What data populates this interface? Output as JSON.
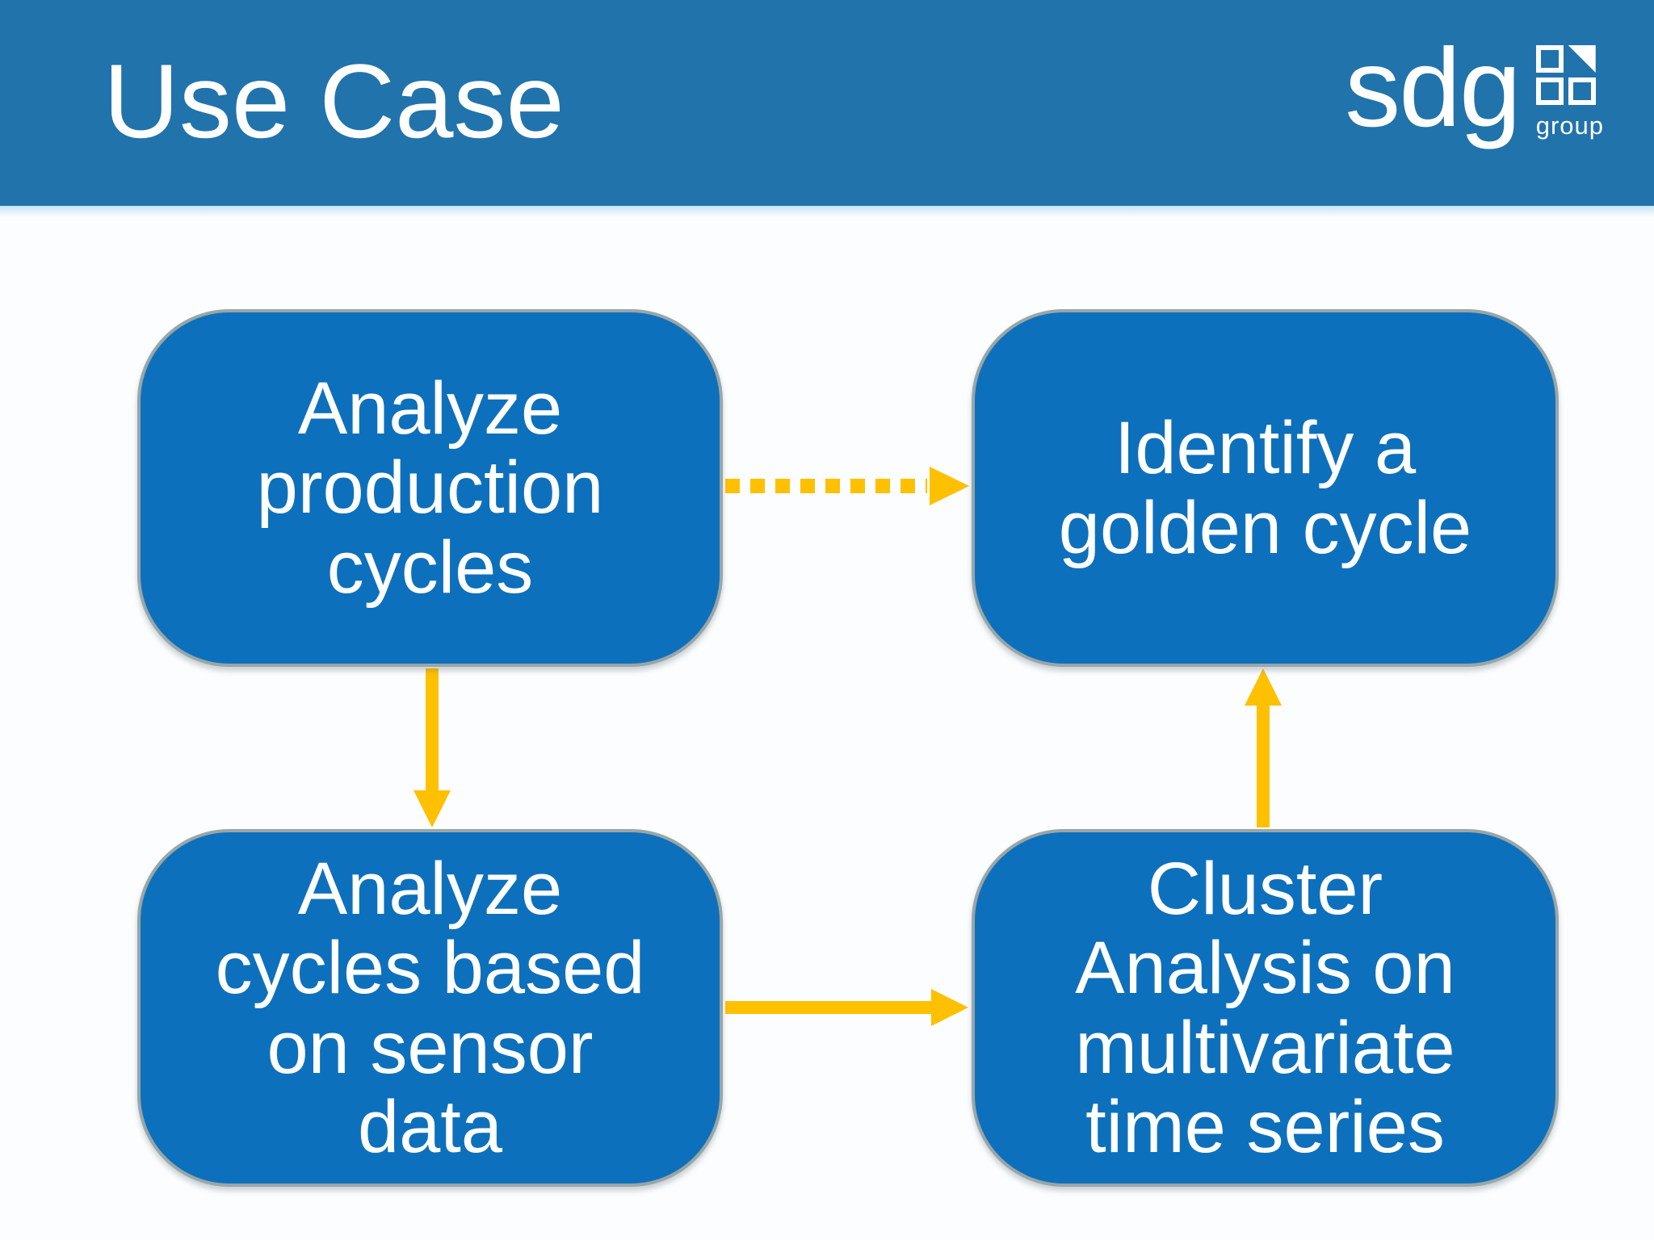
{
  "header": {
    "title": "Use Case",
    "logo": {
      "text": "sdg",
      "subtext": "group"
    }
  },
  "colors": {
    "header_bg": "#2173AC",
    "slide_bg": "#FCFDFE",
    "box_fill": "#0D70BC",
    "box_border": "#98A6A8",
    "box_text": "#FFFFFF",
    "arrow": "#FFC000",
    "title_color": "#FFFFFF",
    "logo_color": "#FFFFFF"
  },
  "diagram": {
    "boxes": [
      {
        "id": "analyze-production-cycles",
        "label": "Analyze\nproduction\ncycles"
      },
      {
        "id": "identify-golden-cycle",
        "label": "Identify a\ngolden cycle"
      },
      {
        "id": "analyze-cycles-sensor-data",
        "label": "Analyze\ncycles based\non sensor\ndata"
      },
      {
        "id": "cluster-analysis-multivariate",
        "label": "Cluster\nAnalysis on\nmultivariate\ntime series"
      }
    ],
    "arrows": [
      {
        "from": "analyze-production-cycles",
        "to": "identify-golden-cycle",
        "style": "dashed",
        "direction": "right"
      },
      {
        "from": "analyze-production-cycles",
        "to": "analyze-cycles-sensor-data",
        "style": "solid",
        "direction": "down"
      },
      {
        "from": "analyze-cycles-sensor-data",
        "to": "cluster-analysis-multivariate",
        "style": "solid",
        "direction": "right"
      },
      {
        "from": "cluster-analysis-multivariate",
        "to": "identify-golden-cycle",
        "style": "solid",
        "direction": "up"
      }
    ]
  }
}
